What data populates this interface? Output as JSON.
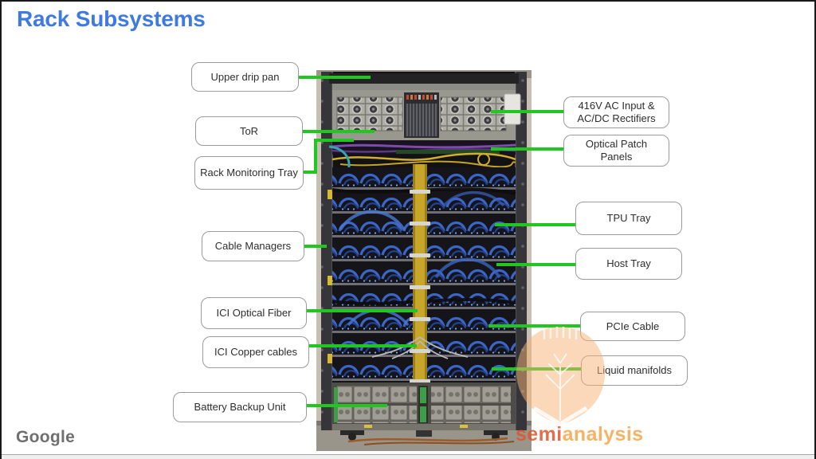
{
  "slide": {
    "title": "Rack Subsystems"
  },
  "labels": {
    "upper_drip_pan": "Upper drip pan",
    "tor": "ToR",
    "rack_monitoring_tray": "Rack Monitoring Tray",
    "cable_managers": "Cable Managers",
    "ici_optical_fiber": "ICI Optical Fiber",
    "ici_copper_cables": "ICI Copper cables",
    "battery_backup_unit": "Battery Backup Unit",
    "ac_input_rectifiers": "416V AC Input & AC/DC Rectifiers",
    "optical_patch_panels": "Optical Patch Panels",
    "tpu_tray": "TPU Tray",
    "host_tray": "Host Tray",
    "pcie_cable": "PCIe Cable",
    "liquid_manifolds": "Liquid manifolds"
  },
  "branding": {
    "google_logo": "Google",
    "watermark_first": "semi",
    "watermark_rest": "analysis"
  },
  "photo": {
    "description": "Rear view of an open TPU compute rack: upper power shelf with fan rectifiers, purple and yellow cabling, stacked trays with blue cables, central yellow fiber spine, battery modules at bottom"
  },
  "colors": {
    "connector_green": "#1fc71f",
    "title_blue": "#3e7ae2",
    "label_border": "#9a9a9a",
    "watermark_orange": "#df552c",
    "watermark_light_orange": "#f5a03e"
  }
}
